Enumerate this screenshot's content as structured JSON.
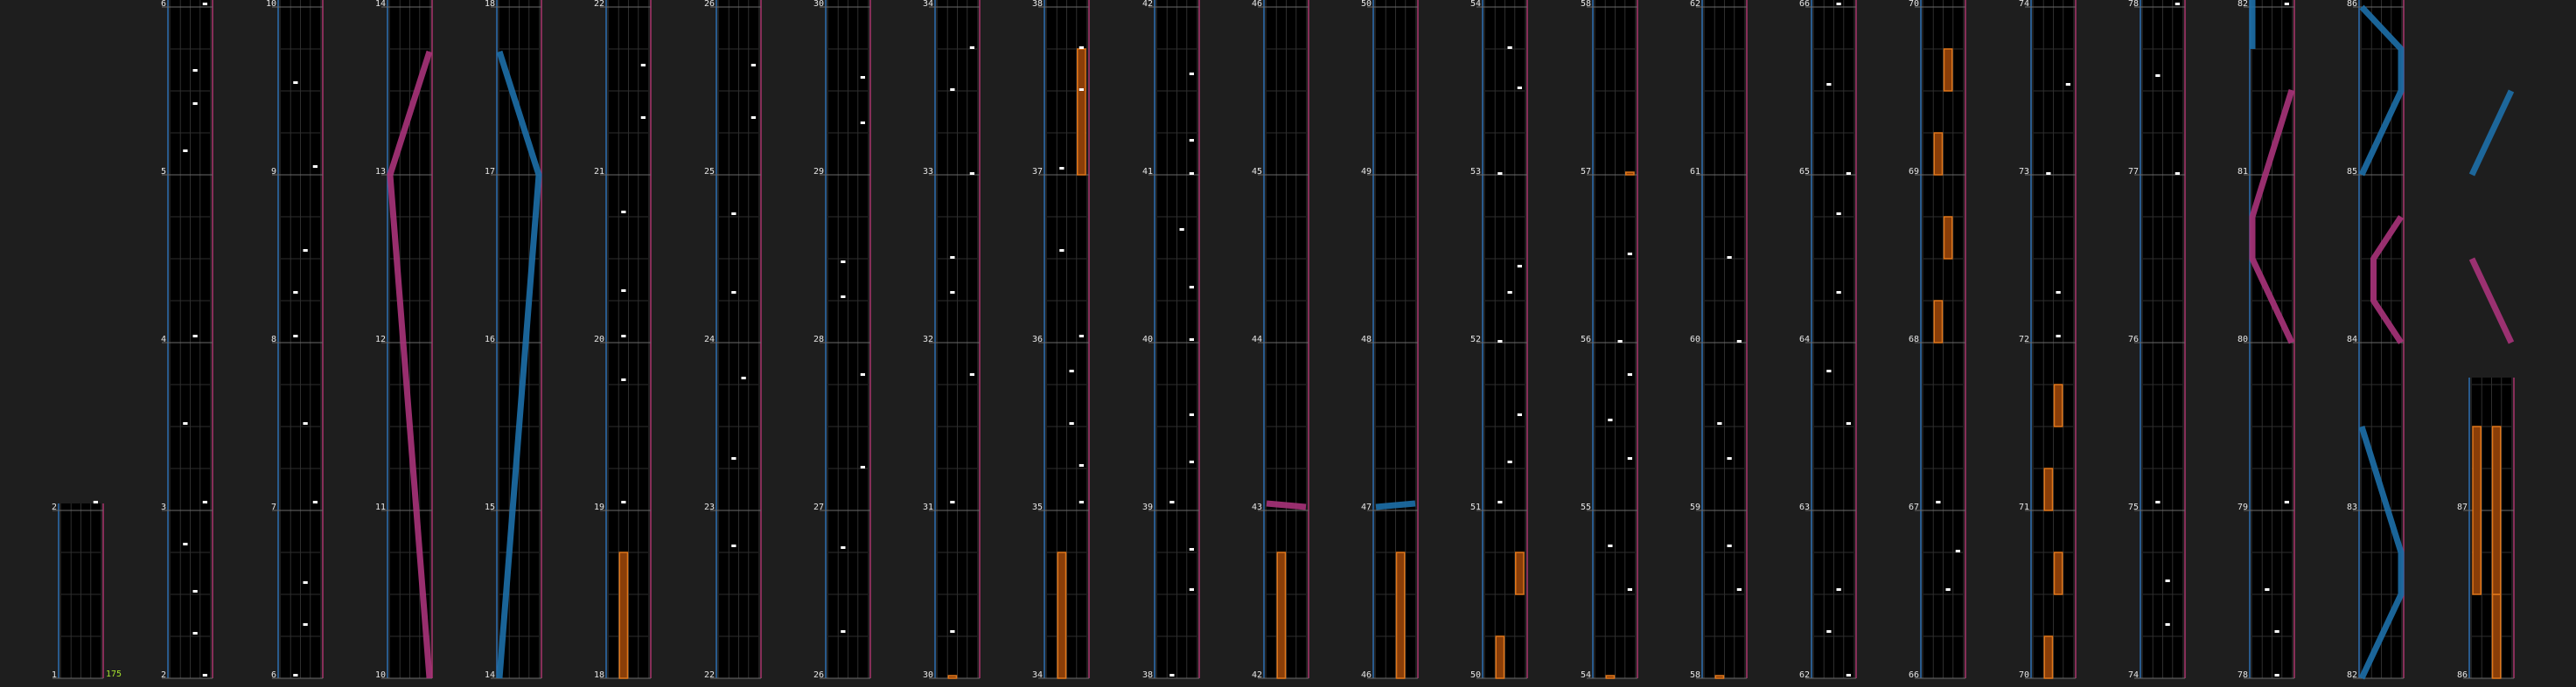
{
  "view": {
    "bpm_label": "175",
    "colors": {
      "background": "#1e1e1e",
      "lane": "#000000",
      "grid": "#2e2e2e",
      "measure_line": "#6a6a6a",
      "left_border": "#2d6fb0",
      "right_border": "#a8336c",
      "tap_note": "#ffffff",
      "hold_note": "#e0771a",
      "hold_note_fill": "#8a3e08",
      "laser_left": "#1d6fa8",
      "laser_right": "#a8337a",
      "bpm_text": "#a6e22e",
      "measure_text": "#e6e6e6"
    }
  },
  "columns": [
    {
      "id": 1,
      "measure_labels": [
        "1",
        "2"
      ],
      "bpm": "175"
    },
    {
      "id": 2,
      "measure_labels": [
        "2",
        "3",
        "4",
        "5",
        "6"
      ]
    },
    {
      "id": 3,
      "measure_labels": [
        "6",
        "7",
        "8",
        "9",
        "10"
      ]
    },
    {
      "id": 4,
      "measure_labels": [
        "10",
        "11",
        "12",
        "13",
        "14"
      ]
    },
    {
      "id": 5,
      "measure_labels": [
        "14",
        "15",
        "16",
        "17",
        "18"
      ]
    },
    {
      "id": 6,
      "measure_labels": [
        "18",
        "19",
        "20",
        "21",
        "22"
      ]
    },
    {
      "id": 7,
      "measure_labels": [
        "22",
        "23",
        "24",
        "25",
        "26"
      ]
    },
    {
      "id": 8,
      "measure_labels": [
        "26",
        "27",
        "28",
        "29",
        "30"
      ]
    },
    {
      "id": 9,
      "measure_labels": [
        "30",
        "31",
        "32",
        "33",
        "34"
      ]
    },
    {
      "id": 10,
      "measure_labels": [
        "34",
        "35",
        "36",
        "37",
        "38"
      ]
    },
    {
      "id": 11,
      "measure_labels": [
        "38",
        "39",
        "40",
        "41",
        "42"
      ]
    },
    {
      "id": 12,
      "measure_labels": [
        "42",
        "43",
        "44",
        "45",
        "46"
      ]
    },
    {
      "id": 13,
      "measure_labels": [
        "46",
        "47",
        "48",
        "49",
        "50"
      ]
    },
    {
      "id": 14,
      "measure_labels": [
        "50",
        "51",
        "52",
        "53",
        "54"
      ]
    },
    {
      "id": 15,
      "measure_labels": [
        "54",
        "55",
        "56",
        "57",
        "58"
      ]
    },
    {
      "id": 16,
      "measure_labels": [
        "58",
        "59",
        "60",
        "61",
        "62"
      ]
    },
    {
      "id": 17,
      "measure_labels": [
        "62",
        "63",
        "64",
        "65",
        "66"
      ]
    },
    {
      "id": 18,
      "measure_labels": [
        "66",
        "67",
        "68",
        "69",
        "70"
      ]
    },
    {
      "id": 19,
      "measure_labels": [
        "70",
        "71",
        "72",
        "73",
        "74"
      ]
    },
    {
      "id": 20,
      "measure_labels": [
        "74",
        "75",
        "76",
        "77",
        "78"
      ]
    },
    {
      "id": 21,
      "measure_labels": [
        "78",
        "79",
        "80",
        "81",
        "82"
      ]
    },
    {
      "id": 22,
      "measure_labels": [
        "82",
        "83",
        "84",
        "85",
        "86"
      ]
    },
    {
      "id": 23,
      "measure_labels": [
        "86",
        "87"
      ]
    }
  ]
}
